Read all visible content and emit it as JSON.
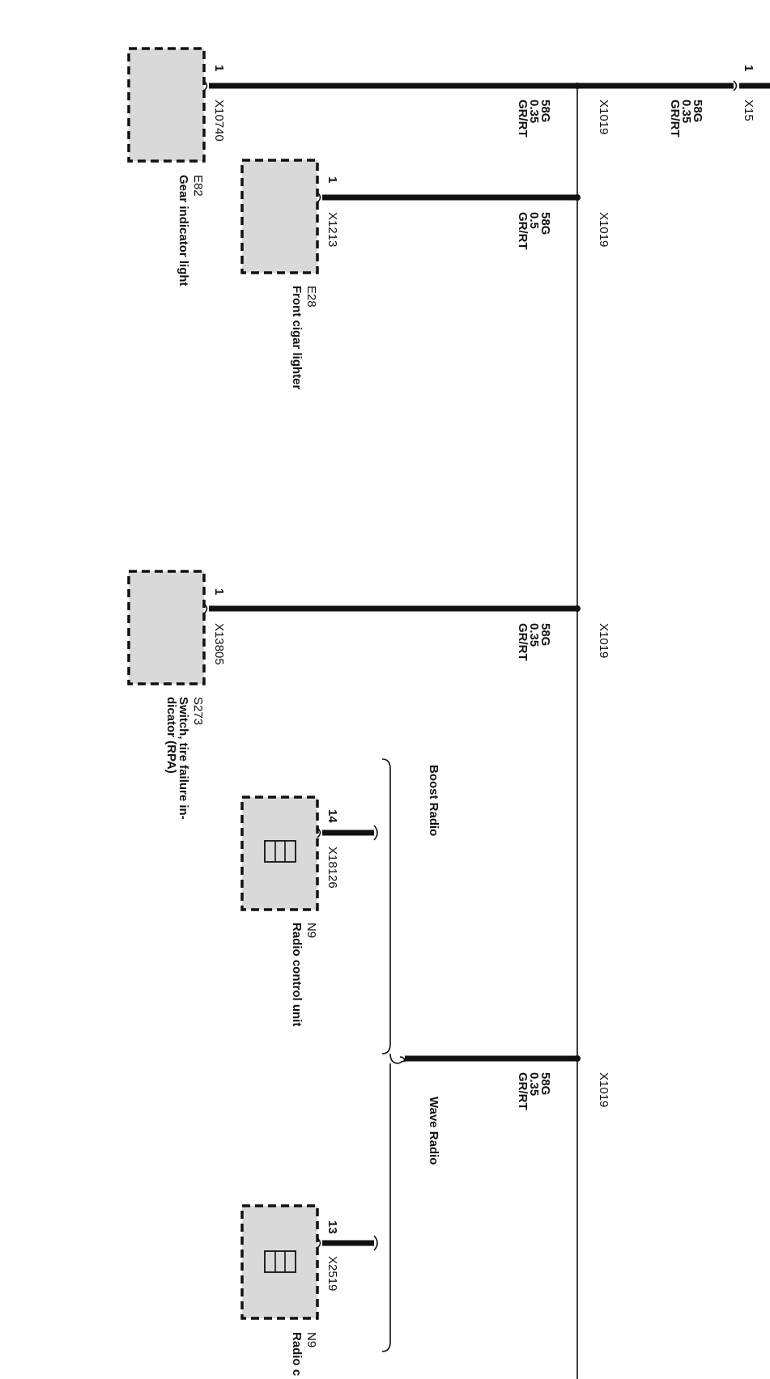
{
  "components": {
    "e82": {
      "id": "E82",
      "name": "Gear indicator light",
      "connector": "X10740",
      "pin": "1"
    },
    "e28": {
      "id": "E28",
      "name": "Front cigar lighter",
      "connector": "X1213",
      "pin": "1"
    },
    "s273": {
      "id": "S273",
      "name_line1": "Switch, tire failure in-",
      "name_line2": "dicator (RPA)",
      "connector": "X13805",
      "pin": "1"
    },
    "n9a": {
      "id": "N9",
      "name": "Radio control unit",
      "connector": "X18126",
      "pin": "14"
    },
    "n9b": {
      "id": "N9",
      "name": "Radio c",
      "connector": "X2519",
      "pin": "13"
    }
  },
  "wires": {
    "w1": {
      "signal": "58G",
      "gauge": "0.35",
      "color": "GR/RT"
    },
    "w1b": {
      "signal": "58G",
      "gauge": "0.35",
      "color": "GR/RT"
    },
    "w2": {
      "signal": "58G",
      "gauge": "0.5",
      "color": "GR/RT"
    },
    "w3": {
      "signal": "58G",
      "gauge": "0.35",
      "color": "GR/RT"
    },
    "w4": {
      "signal": "58G",
      "gauge": "0.35",
      "color": "GR/RT"
    }
  },
  "splices": {
    "s1": "X1019",
    "s2": "X1019",
    "s3": "X1019",
    "s4": "X1019"
  },
  "connectors": {
    "top_right": {
      "name": "X15",
      "pin": "1"
    }
  },
  "variants": {
    "boost": "Boost Radio",
    "wave": "Wave Radio"
  }
}
